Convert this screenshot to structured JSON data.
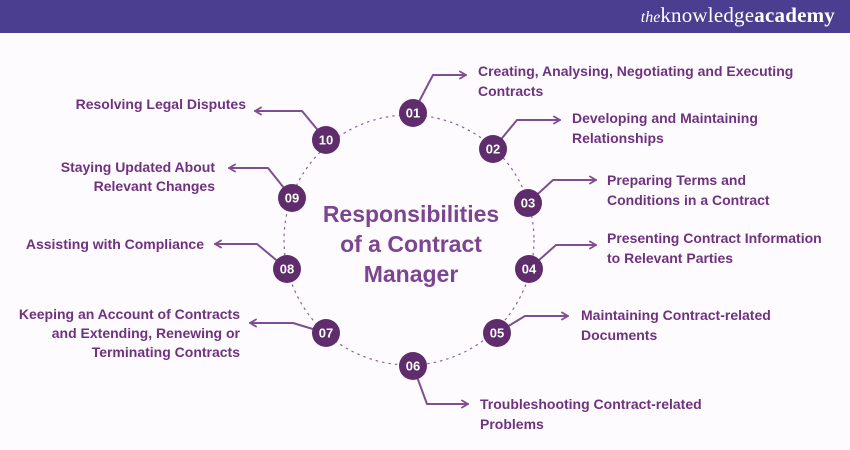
{
  "banner": {
    "logo_the": "the",
    "logo_knowledge": "knowledge",
    "logo_academy": "academy"
  },
  "title": {
    "line1": "Responsibilities",
    "line2": "of a Contract",
    "line3": "Manager"
  },
  "items": [
    {
      "num": "01",
      "lines": [
        "Creating, Analysing, Negotiating and Executing",
        "Contracts"
      ]
    },
    {
      "num": "02",
      "lines": [
        "Developing and Maintaining",
        "Relationships"
      ]
    },
    {
      "num": "03",
      "lines": [
        "Preparing Terms and",
        "Conditions in a Contract"
      ]
    },
    {
      "num": "04",
      "lines": [
        "Presenting Contract Information",
        "to Relevant Parties"
      ]
    },
    {
      "num": "05",
      "lines": [
        "Maintaining Contract-related",
        "Documents"
      ]
    },
    {
      "num": "06",
      "lines": [
        "Troubleshooting Contract-related",
        "Problems"
      ]
    },
    {
      "num": "07",
      "lines": [
        "Keeping an Account of Contracts",
        "and Extending, Renewing or",
        "Terminating Contracts"
      ]
    },
    {
      "num": "08",
      "lines": [
        "Assisting with Compliance"
      ]
    },
    {
      "num": "09",
      "lines": [
        "Staying Updated About",
        "Relevant Changes"
      ]
    },
    {
      "num": "10",
      "lines": [
        "Resolving Legal Disputes"
      ]
    }
  ],
  "colors": {
    "banner_bg": "#4b3d8f",
    "node_fill": "#5f2d6c",
    "arrow": "#7d4f91",
    "dashed_ring": "#8b62a1",
    "title_text": "#7b4591",
    "item_text": "#6f327e",
    "logo_text": "#ffffff",
    "background": "#fdfbfd"
  }
}
